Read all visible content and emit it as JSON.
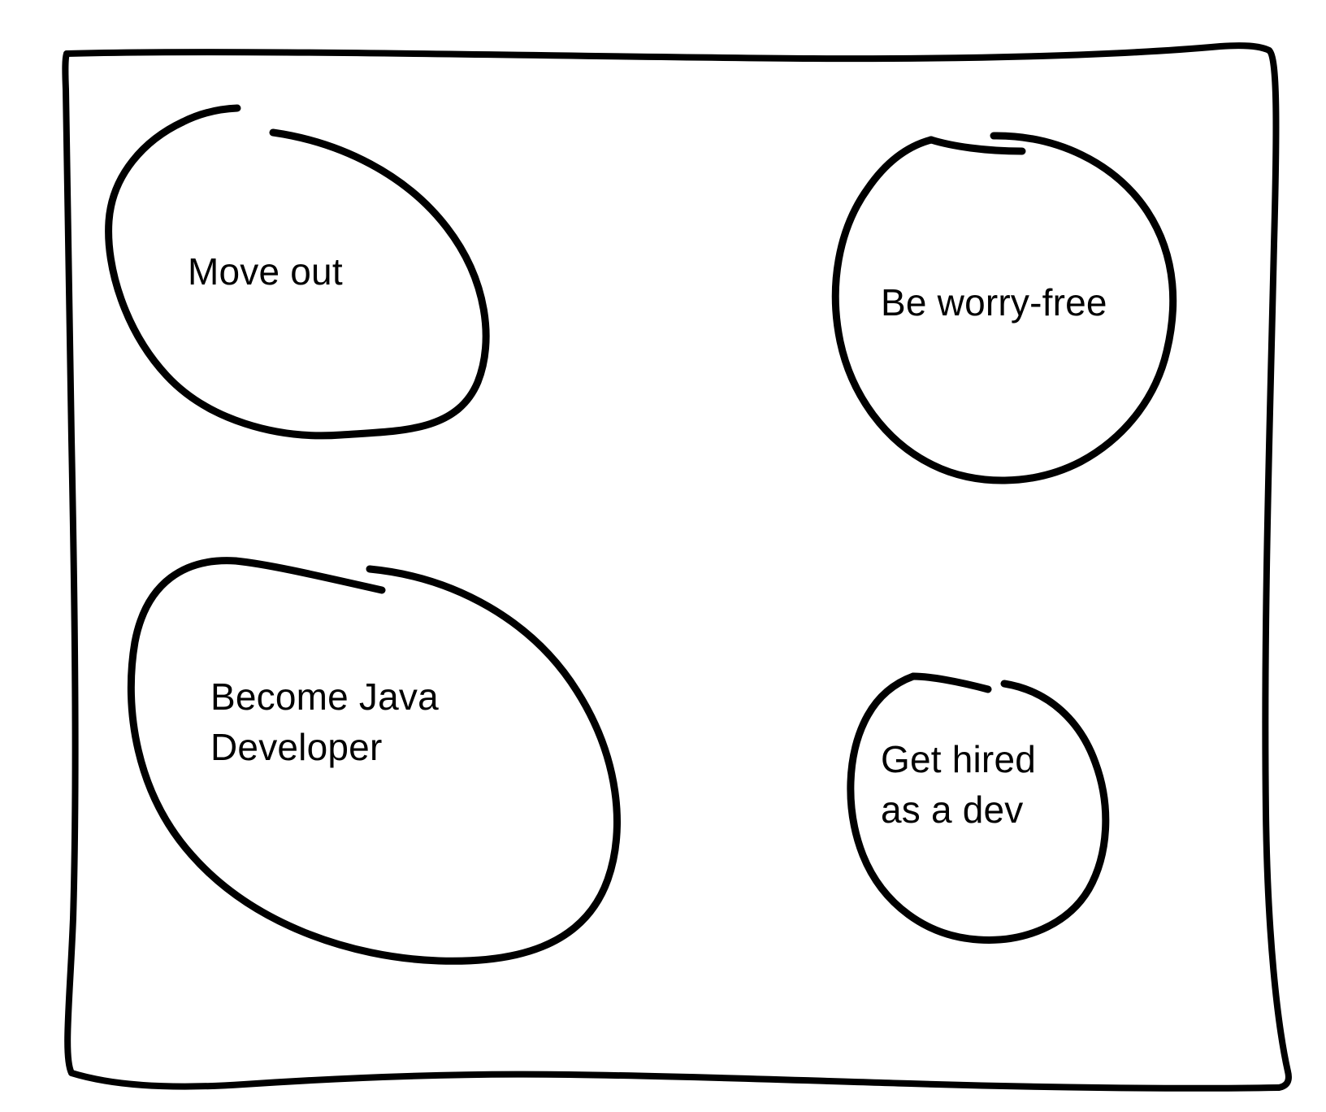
{
  "diagram": {
    "type": "hand-drawn-goal-sketch",
    "title": "",
    "background_color": "#ffffff",
    "stroke_color": "#000000",
    "frame": {
      "name": "outer-frame",
      "shape": "hand-drawn-rectangle",
      "stroke_width": 8
    },
    "bubbles": [
      {
        "id": "move-out",
        "label": "Move out",
        "lines": [
          "Move out"
        ],
        "position": "top-left",
        "shape": "hand-drawn-circle",
        "open_gap": "top",
        "stroke_width": 9
      },
      {
        "id": "be-worry-free",
        "label": "Be worry-free",
        "lines": [
          "Be worry-free"
        ],
        "position": "top-right",
        "shape": "hand-drawn-circle",
        "open_gap": "top",
        "stroke_width": 9
      },
      {
        "id": "become-java-developer",
        "label": "Become Java Developer",
        "lines": [
          "Become Java",
          "Developer"
        ],
        "position": "bottom-left",
        "shape": "hand-drawn-circle",
        "open_gap": "top",
        "stroke_width": 9
      },
      {
        "id": "get-hired-as-a-dev",
        "label": "Get hired as a dev",
        "lines": [
          "Get hired",
          "as a dev"
        ],
        "position": "bottom-right",
        "shape": "hand-drawn-circle",
        "open_gap": "top",
        "stroke_width": 9
      }
    ]
  },
  "labels": {
    "move_out": "Move out",
    "be_worry_free": "Be worry-free",
    "become_java_developer": "Become Java\nDeveloper",
    "get_hired_as_a_dev": "Get hired\nas a dev"
  }
}
